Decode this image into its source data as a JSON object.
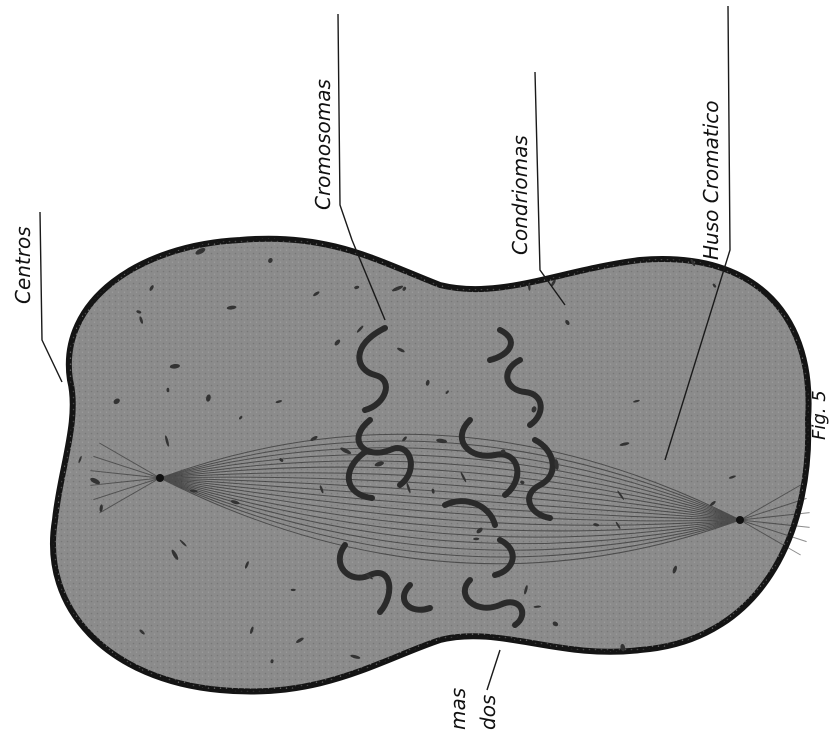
{
  "labels": {
    "centros": "Centros",
    "cromosomas": "Cromosomas",
    "condriomas": "Condriomas",
    "huso": "Huso Cromatico",
    "bottom_top": "mas",
    "bottom_bottom": "dos"
  },
  "figure_mark": "Fig. 5",
  "colors": {
    "cell_fill": "#8b8b8b",
    "cell_stroke": "#141414",
    "line": "#1a1a1a",
    "chromosome": "#2a2a2a",
    "speck": "#333333"
  }
}
